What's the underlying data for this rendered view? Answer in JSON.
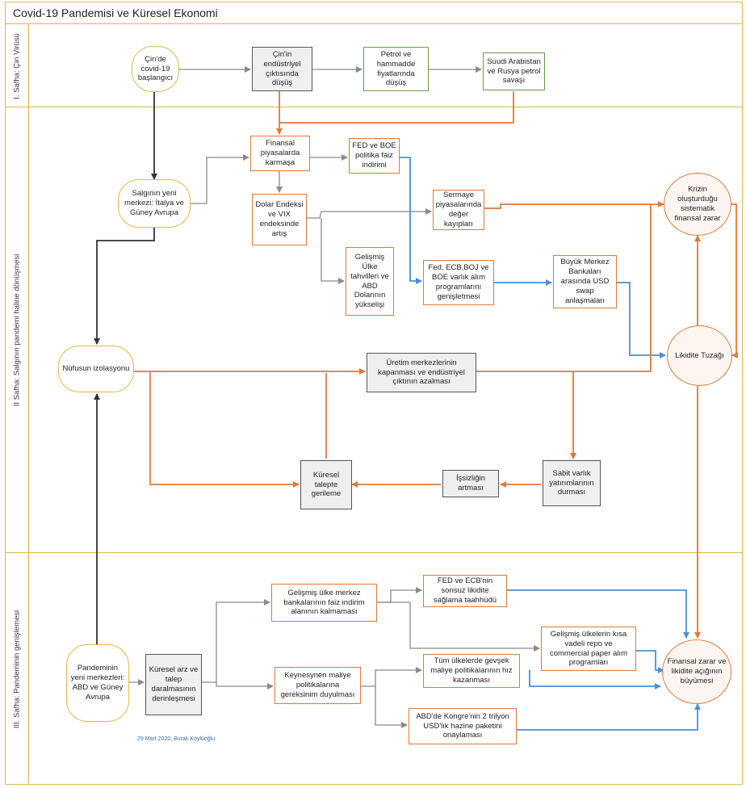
{
  "title": "Covid-19 Pandemisi ve Küresel Ekonomi",
  "phases": {
    "p1": "I. Safha: Çin Virüsü",
    "p2": "II Safha: Salgının pandemi haline dönüşmesi",
    "p3": "III. Safha: Pandeminin genişlemesi"
  },
  "nodes": {
    "china_start": "Çin'de covid-19 başlangıcı",
    "china_output": "Çin'in endüstriyel çıktısında düşüş",
    "oil_fall": "Petrol ve hammadde fiyatlarında düşüş",
    "saudi_russia": "Suudi Arabistan ve Rusya petrol savaşı",
    "new_center_eu": "Salgının yeni merkezi: İtalya ve Güney Avrupa",
    "fin_chaos": "Finansal piyasalarda karmaşa",
    "fed_boe": "FED ve BOE politika faiz indirimi",
    "dollar_vix": "Dolar Endeksi ve VIX endeksinde artış",
    "capital_loss": "Sermaye piyasalarında değer kayıpları",
    "systemic_loss": "Krizin oluşturduğu sistematik finansal zarar",
    "dev_bonds": "Gelişmiş Ülke tahvilleri ve ABD Dolarının yükselişi",
    "asset_purchase": "Fed, ECB,BOJ ve BOE varlık alım programlarını genişletmesi",
    "swap": "Büyük Merkez Bankaları arasında USD swap anlaşmaları",
    "isolation": "Nüfusun izolasyonu",
    "production_close": "Üretim merkezlerinin kapanması ve endüstriyel çıktının azalması",
    "liquidity_trap": "Likidite Tuzağı",
    "demand_fall": "Küresel talepte gerileme",
    "unemployment": "İşsizliğin artması",
    "fixed_invest": "Sabit varlık yatırımlarının durması",
    "new_center_us": "Pandeminin yeni merkezleri: ABD ve Güney Avrupa",
    "supply_demand": "Küresel arz ve talep daralmasının derinleşmesi",
    "rate_room": "Gelişmiş ülke merkez bankalarının faiz indirim alanının kalmaması",
    "fed_ecb_liq": "FED ve ECB'nin sonsuz likidite sağlama taahhüdü",
    "repo": "Gelişmiş ülkelerin kısa vadeli repo ve commercial paper alım programları",
    "keynes": "Keynesynen maliye politikalarına gereksinim duyulması",
    "loose_fiscal": "Tüm ülkelerde gevşek maliye politikalarının hız kazanması",
    "us_package": "ABD'de Kongre'nin 2 trilyon USD'lık hazine paketini onaylaması",
    "fin_loss_growth": "Finansal zarar ve likidite açığının büyümesi"
  },
  "credit": "29 Mart 2020, Burak Köylüoğlu",
  "colors": {
    "orange": "#e07a3a",
    "gray": "#8a8a8a",
    "black": "#333333",
    "blue": "#4a8fd8",
    "lane": "#e0b84a"
  }
}
